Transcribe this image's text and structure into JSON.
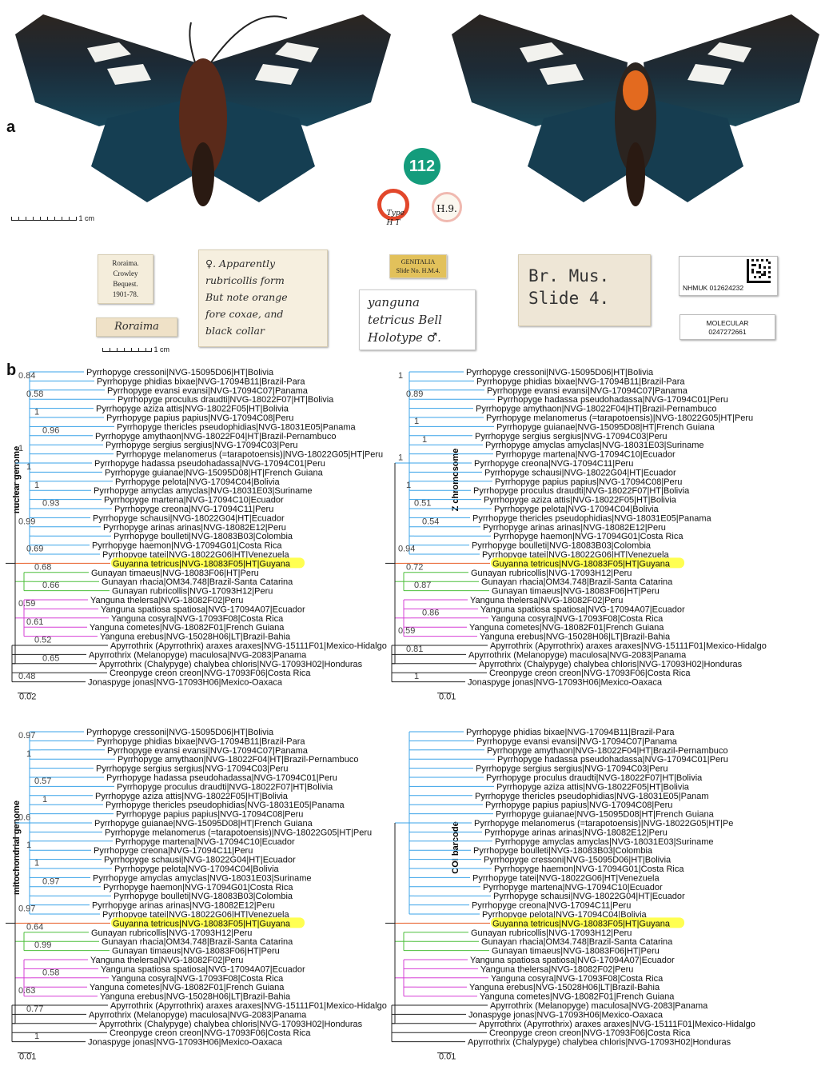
{
  "panel_a": {
    "letter": "a",
    "scale_wing": "1 cm",
    "scale_labels": "1 cm",
    "round_labels": {
      "number": "112",
      "type": "Type\nH T",
      "h": "H.9."
    },
    "label_roraima": [
      "Roraima.",
      "Crowley",
      "Bequest.",
      "1901-78."
    ],
    "label_roraima_hand": "Roraima",
    "label_note": [
      "♀. Apparently",
      "rubricollis form",
      "But note orange",
      "fore coxae, and",
      "black collar"
    ],
    "label_genitalia": [
      "GENITALIA",
      "Slide No. H.M.4."
    ],
    "label_holotype": [
      "yanguna",
      "tetricus Bell",
      "Holotype ♂."
    ],
    "label_brmus": [
      "Br. Mus.",
      "Slide 4."
    ],
    "label_nhmuk": "NHMUK 012624232",
    "label_molecular": [
      "MOLECULAR",
      "0247272661"
    ]
  },
  "panel_b": {
    "letter": "b",
    "colors": {
      "blue": "#3aa3e8",
      "orange": "#e8602c",
      "green": "#4cbf3a",
      "magenta": "#d63fd6",
      "black": "#222222",
      "highlight": "#ffff33"
    },
    "trees": [
      {
        "title": "nuclear genome",
        "scale": "0.02",
        "taxa": [
          {
            "name": "Pyrrhopyge cressoni|NVG-15095D06|HT|Bolivia",
            "c": "blue"
          },
          {
            "name": "Pyrrhopyge phidias bixae|NVG-17094B11|Brazil-Para",
            "c": "blue"
          },
          {
            "name": "Pyrrhopyge evansi evansi|NVG-17094C07|Panama",
            "c": "blue"
          },
          {
            "name": "Pyrrhopyge proculus draudti|NVG-18022F07|HT|Bolivia",
            "c": "blue"
          },
          {
            "name": "Pyrrhopyge aziza attis|NVG-18022F05|HT|Bolivia",
            "c": "blue"
          },
          {
            "name": "Pyrrhopyge papius papius|NVG-17094C08|Peru",
            "c": "blue"
          },
          {
            "name": "Pyrrhopyge thericles pseudophidias|NVG-18031E05|Panama",
            "c": "blue"
          },
          {
            "name": "Pyrrhopyge amythaon|NVG-18022F04|HT|Brazil-Pernambuco",
            "c": "blue"
          },
          {
            "name": "Pyrrhopyge sergius sergius|NVG-17094C03|Peru",
            "c": "blue"
          },
          {
            "name": "Pyrrhopyge melanomerus (=tarapotoensis)|NVG-18022G05|HT|Peru",
            "c": "blue"
          },
          {
            "name": "Pyrrhopyge hadassa pseudohadassa|NVG-17094C01|Peru",
            "c": "blue"
          },
          {
            "name": "Pyrrhopyge guianae|NVG-15095D08|HT|French Guiana",
            "c": "blue"
          },
          {
            "name": "Pyrrhopyge pelota|NVG-17094C04|Bolivia",
            "c": "blue"
          },
          {
            "name": "Pyrrhopyge amyclas amyclas|NVG-18031E03|Suriname",
            "c": "blue"
          },
          {
            "name": "Pyrrhopyge martena|NVG-17094C10|Ecuador",
            "c": "blue"
          },
          {
            "name": "Pyrrhopyge creona|NVG-17094C11|Peru",
            "c": "blue"
          },
          {
            "name": "Pyrrhopyge schausi|NVG-18022G04|HT|Ecuador",
            "c": "blue"
          },
          {
            "name": "Pyrrhopyge arinas arinas|NVG-18082E12|Peru",
            "c": "blue"
          },
          {
            "name": "Pyrrhopyge boulleti|NVG-18083B03|Colombia",
            "c": "blue"
          },
          {
            "name": "Pyrrhopyge haemon|NVG-17094G01|Costa Rica",
            "c": "blue"
          },
          {
            "name": "Pyrrhopyge tatei|NVG-18022G06|HT|Venezuela",
            "c": "blue"
          },
          {
            "name": "Guyanna tetricus|NVG-18083F05|HT|Guyana",
            "c": "orange",
            "hl": true
          },
          {
            "name": "Gunayan timaeus|NVG-18083F06|HT|Peru",
            "c": "green"
          },
          {
            "name": "Gunayan rhacia|OM34.748|Brazil-Santa Catarina",
            "c": "green"
          },
          {
            "name": "Gunayan rubricollis|NVG-17093H12|Peru",
            "c": "green"
          },
          {
            "name": "Yanguna thelersa|NVG-18082F02|Peru",
            "c": "magenta"
          },
          {
            "name": "Yanguna spatiosa spatiosa|NVG-17094A07|Ecuador",
            "c": "magenta"
          },
          {
            "name": "Yanguna cosyra|NVG-17093F08|Costa Rica",
            "c": "magenta"
          },
          {
            "name": "Yanguna cometes|NVG-18082F01|French Guiana",
            "c": "magenta"
          },
          {
            "name": "Yanguna erebus|NVG-15028H06|LT|Brazil-Bahia",
            "c": "magenta"
          },
          {
            "name": "Apyrrothrix (Apyrrothrix) araxes araxes|NVG-15111F01|Mexico-Hidalgo",
            "c": "black"
          },
          {
            "name": "Apyrrothrix (Melanopyge) maculosa|NVG-2083|Panama",
            "c": "black"
          },
          {
            "name": "Apyrrothrix (Chalypyge) chalybea chloris|NVG-17093H02|Honduras",
            "c": "black"
          },
          {
            "name": "Creonpyge creon creon|NVG-17093F06|Costa Rica",
            "c": "black"
          },
          {
            "name": "Jonaspyge jonas|NVG-17093H06|Mexico-Oaxaca",
            "c": "black"
          }
        ],
        "supports": [
          "0.84",
          "0.58",
          "1",
          "0.96",
          "1",
          "1",
          "1",
          "0.93",
          "0.99",
          "0.69",
          "0.68",
          "0.66",
          "0.59",
          "0.61",
          "0.52",
          "0.65",
          "0.48"
        ]
      },
      {
        "title": "Z chromosome",
        "scale": "0.01",
        "taxa": [
          {
            "name": "Pyrrhopyge cressoni|NVG-15095D06|HT|Bolivia",
            "c": "blue"
          },
          {
            "name": "Pyrrhopyge phidias bixae|NVG-17094B11|Brazil-Para",
            "c": "blue"
          },
          {
            "name": "Pyrrhopyge evansi evansi|NVG-17094C07|Panama",
            "c": "blue"
          },
          {
            "name": "Pyrrhopyge hadassa pseudohadassa|NVG-17094C01|Peru",
            "c": "blue"
          },
          {
            "name": "Pyrrhopyge amythaon|NVG-18022F04|HT|Brazil-Pernambuco",
            "c": "blue"
          },
          {
            "name": "Pyrrhopyge melanomerus (=tarapotoensis)|NVG-18022G05|HT|Peru",
            "c": "blue"
          },
          {
            "name": "Pyrrhopyge guianae|NVG-15095D08|HT|French Guiana",
            "c": "blue"
          },
          {
            "name": "Pyrrhopyge sergius sergius|NVG-17094C03|Peru",
            "c": "blue"
          },
          {
            "name": "Pyrrhopyge amyclas amyclas|NVG-18031E03|Suriname",
            "c": "blue"
          },
          {
            "name": "Pyrrhopyge martena|NVG-17094C10|Ecuador",
            "c": "blue"
          },
          {
            "name": "Pyrrhopyge creona|NVG-17094C11|Peru",
            "c": "blue"
          },
          {
            "name": "Pyrrhopyge schausi|NVG-18022G04|HT|Ecuador",
            "c": "blue"
          },
          {
            "name": "Pyrrhopyge papius papius|NVG-17094C08|Peru",
            "c": "blue"
          },
          {
            "name": "Pyrrhopyge proculus draudti|NVG-18022F07|HT|Bolivia",
            "c": "blue"
          },
          {
            "name": "Pyrrhopyge aziza attis|NVG-18022F05|HT|Bolivia",
            "c": "blue"
          },
          {
            "name": "Pyrrhopyge pelota|NVG-17094C04|Bolivia",
            "c": "blue"
          },
          {
            "name": "Pyrrhopyge thericles pseudophidias|NVG-18031E05|Panama",
            "c": "blue"
          },
          {
            "name": "Pyrrhopyge arinas arinas|NVG-18082E12|Peru",
            "c": "blue"
          },
          {
            "name": "Pyrrhopyge haemon|NVG-17094G01|Costa Rica",
            "c": "blue"
          },
          {
            "name": "Pyrrhopyge boulleti|NVG-18083B03|Colombia",
            "c": "blue"
          },
          {
            "name": "Pyrrhopyge tatei|NVG-18022G06|HT|Venezuela",
            "c": "blue"
          },
          {
            "name": "Guyanna tetricus|NVG-18083F05|HT|Guyana",
            "c": "orange",
            "hl": true
          },
          {
            "name": "Gunayan rubricollis|NVG-17093H12|Peru",
            "c": "green"
          },
          {
            "name": "Gunayan rhacia|OM34.748|Brazil-Santa Catarina",
            "c": "green"
          },
          {
            "name": "Gunayan timaeus|NVG-18083F06|HT|Peru",
            "c": "green"
          },
          {
            "name": "Yanguna thelersa|NVG-18082F02|Peru",
            "c": "magenta"
          },
          {
            "name": "Yanguna spatiosa spatiosa|NVG-17094A07|Ecuador",
            "c": "magenta"
          },
          {
            "name": "Yanguna cosyra|NVG-17093F08|Costa Rica",
            "c": "magenta"
          },
          {
            "name": "Yanguna cometes|NVG-18082F01|French Guiana",
            "c": "magenta"
          },
          {
            "name": "Yanguna erebus|NVG-15028H06|LT|Brazil-Bahia",
            "c": "magenta"
          },
          {
            "name": "Apyrrothrix (Apyrrothrix) araxes araxes|NVG-15111F01|Mexico-Hidalgo",
            "c": "black"
          },
          {
            "name": "Apyrrothrix (Melanopyge) maculosa|NVG-2083|Panama",
            "c": "black"
          },
          {
            "name": "Apyrrothrix (Chalypyge) chalybea chloris|NVG-17093H02|Honduras",
            "c": "black"
          },
          {
            "name": "Creonpyge creon creon|NVG-17093F06|Costa Rica",
            "c": "black"
          },
          {
            "name": "Jonaspyge jonas|NVG-17093H06|Mexico-Oaxaca",
            "c": "black"
          }
        ],
        "supports": [
          "1",
          "0.89",
          "1",
          "1",
          "1",
          "1",
          "0.51",
          "0.54",
          "0.94",
          "0.72",
          "0.87",
          "0.86",
          "0.59",
          "0.81",
          "1"
        ]
      },
      {
        "title": "mitochondrial genome",
        "scale": "0.01",
        "taxa": [
          {
            "name": "Pyrrhopyge cressoni|NVG-15095D06|HT|Bolivia",
            "c": "blue"
          },
          {
            "name": "Pyrrhopyge phidias bixae|NVG-17094B11|Brazil-Para",
            "c": "blue"
          },
          {
            "name": "Pyrrhopyge evansi evansi|NVG-17094C07|Panama",
            "c": "blue"
          },
          {
            "name": "Pyrrhopyge amythaon|NVG-18022F04|HT|Brazil-Pernambuco",
            "c": "blue"
          },
          {
            "name": "Pyrrhopyge sergius sergius|NVG-17094C03|Peru",
            "c": "blue"
          },
          {
            "name": "Pyrrhopyge hadassa pseudohadassa|NVG-17094C01|Peru",
            "c": "blue"
          },
          {
            "name": "Pyrrhopyge proculus draudti|NVG-18022F07|HT|Bolivia",
            "c": "blue"
          },
          {
            "name": "Pyrrhopyge aziza attis|NVG-18022F05|HT|Bolivia",
            "c": "blue"
          },
          {
            "name": "Pyrrhopyge thericles pseudophidias|NVG-18031E05|Panama",
            "c": "blue"
          },
          {
            "name": "Pyrrhopyge papius papius|NVG-17094C08|Peru",
            "c": "blue"
          },
          {
            "name": "Pyrrhopyge guianae|NVG-15095D08|HT|French Guiana",
            "c": "blue"
          },
          {
            "name": "Pyrrhopyge melanomerus (=tarapotoensis)|NVG-18022G05|HT|Peru",
            "c": "blue"
          },
          {
            "name": "Pyrrhopyge martena|NVG-17094C10|Ecuador",
            "c": "blue"
          },
          {
            "name": "Pyrrhopyge creona|NVG-17094C11|Peru",
            "c": "blue"
          },
          {
            "name": "Pyrrhopyge schausi|NVG-18022G04|HT|Ecuador",
            "c": "blue"
          },
          {
            "name": "Pyrrhopyge pelota|NVG-17094C04|Bolivia",
            "c": "blue"
          },
          {
            "name": "Pyrrhopyge amyclas amyclas|NVG-18031E03|Suriname",
            "c": "blue"
          },
          {
            "name": "Pyrrhopyge haemon|NVG-17094G01|Costa Rica",
            "c": "blue"
          },
          {
            "name": "Pyrrhopyge boulleti|NVG-18083B03|Colombia",
            "c": "blue"
          },
          {
            "name": "Pyrrhopyge arinas arinas|NVG-18082E12|Peru",
            "c": "blue"
          },
          {
            "name": "Pyrrhopyge tatei|NVG-18022G06|HT|Venezuela",
            "c": "blue"
          },
          {
            "name": "Guyanna tetricus|NVG-18083F05|HT|Guyana",
            "c": "orange",
            "hl": true
          },
          {
            "name": "Gunayan rubricollis|NVG-17093H12|Peru",
            "c": "green"
          },
          {
            "name": "Gunayan rhacia|OM34.748|Brazil-Santa Catarina",
            "c": "green"
          },
          {
            "name": "Gunayan timaeus|NVG-18083F06|HT|Peru",
            "c": "green"
          },
          {
            "name": "Yanguna thelersa|NVG-18082F02|Peru",
            "c": "magenta"
          },
          {
            "name": "Yanguna spatiosa spatiosa|NVG-17094A07|Ecuador",
            "c": "magenta"
          },
          {
            "name": "Yanguna cosyra|NVG-17093F08|Costa Rica",
            "c": "magenta"
          },
          {
            "name": "Yanguna cometes|NVG-18082F01|French Guiana",
            "c": "magenta"
          },
          {
            "name": "Yanguna erebus|NVG-15028H06|LT|Brazil-Bahia",
            "c": "magenta"
          },
          {
            "name": "Apyrrothrix (Apyrrothrix) araxes araxes|NVG-15111F01|Mexico-Hidalgo",
            "c": "black"
          },
          {
            "name": "Apyrrothrix (Melanopyge) maculosa|NVG-2083|Panama",
            "c": "black"
          },
          {
            "name": "Apyrrothrix (Chalypyge) chalybea chloris|NVG-17093H02|Honduras",
            "c": "black"
          },
          {
            "name": "Creonpyge creon creon|NVG-17093F06|Costa Rica",
            "c": "black"
          },
          {
            "name": "Jonaspyge jonas|NVG-17093H06|Mexico-Oaxaca",
            "c": "black"
          }
        ],
        "supports": [
          "0.97",
          "1",
          "0.57",
          "1",
          "0.6",
          "1",
          "1",
          "0.97",
          "0.97",
          "0.64",
          "0.99",
          "0.58",
          "0.63",
          "0.77",
          "1"
        ]
      },
      {
        "title": "COI barcode",
        "scale": "0.01",
        "taxa": [
          {
            "name": "Pyrrhopyge phidias bixae|NVG-17094B11|Brazil-Para",
            "c": "blue"
          },
          {
            "name": "Pyrrhopyge evansi evansi|NVG-17094C07|Panama",
            "c": "blue"
          },
          {
            "name": "Pyrrhopyge amythaon|NVG-18022F04|HT|Brazil-Pernambuco",
            "c": "blue"
          },
          {
            "name": "Pyrrhopyge hadassa pseudohadassa|NVG-17094C01|Peru",
            "c": "blue"
          },
          {
            "name": "Pyrrhopyge sergius sergius|NVG-17094C03|Peru",
            "c": "blue"
          },
          {
            "name": "Pyrrhopyge proculus draudti|NVG-18022F07|HT|Bolivia",
            "c": "blue"
          },
          {
            "name": "Pyrrhopyge aziza attis|NVG-18022F05|HT|Bolivia",
            "c": "blue"
          },
          {
            "name": "Pyrrhopyge thericles pseudophidias|NVG-18031E05|Panam",
            "c": "blue"
          },
          {
            "name": "Pyrrhopyge papius papius|NVG-17094C08|Peru",
            "c": "blue"
          },
          {
            "name": "Pyrrhopyge guianae|NVG-15095D08|HT|French Guiana",
            "c": "blue"
          },
          {
            "name": "Pyrrhopyge melanomerus (=tarapotoensis)|NVG-18022G05|HT|Pe",
            "c": "blue"
          },
          {
            "name": "Pyrrhopyge arinas arinas|NVG-18082E12|Peru",
            "c": "blue"
          },
          {
            "name": "Pyrrhopyge amyclas amyclas|NVG-18031E03|Suriname",
            "c": "blue"
          },
          {
            "name": "Pyrrhopyge boulleti|NVG-18083B03|Colombia",
            "c": "blue"
          },
          {
            "name": "Pyrrhopyge cressoni|NVG-15095D06|HT|Bolivia",
            "c": "blue"
          },
          {
            "name": "Pyrrhopyge haemon|NVG-17094G01|Costa Rica",
            "c": "blue"
          },
          {
            "name": "Pyrrhopyge tatei|NVG-18022G06|HT|Venezuela",
            "c": "blue"
          },
          {
            "name": "Pyrrhopyge martena|NVG-17094C10|Ecuador",
            "c": "blue"
          },
          {
            "name": "Pyrrhopyge schausi|NVG-18022G04|HT|Ecuador",
            "c": "blue"
          },
          {
            "name": "Pyrrhopyge creona|NVG-17094C11|Peru",
            "c": "blue"
          },
          {
            "name": "Pyrrhopyge pelota|NVG-17094C04|Bolivia",
            "c": "blue"
          },
          {
            "name": "Guyanna tetricus|NVG-18083F05|HT|Guyana",
            "c": "orange",
            "hl": true
          },
          {
            "name": "Gunayan rubricollis|NVG-17093H12|Peru",
            "c": "green"
          },
          {
            "name": "Gunayan rhacia|OM34.748|Brazil-Santa Catarina",
            "c": "green"
          },
          {
            "name": "Gunayan timaeus|NVG-18083F06|HT|Peru",
            "c": "green"
          },
          {
            "name": "Yanguna spatiosa spatiosa|NVG-17094A07|Ecuador",
            "c": "magenta"
          },
          {
            "name": "Yanguna thelersa|NVG-18082F02|Peru",
            "c": "magenta"
          },
          {
            "name": "Yanguna cosyra|NVG-17093F08|Costa Rica",
            "c": "magenta"
          },
          {
            "name": "Yanguna erebus|NVG-15028H06|LT|Brazil-Bahia",
            "c": "magenta"
          },
          {
            "name": "Yanguna cometes|NVG-18082F01|French Guiana",
            "c": "magenta"
          },
          {
            "name": "Apyrrothrix (Melanopyge) maculosa|NVG-2083|Panama",
            "c": "black"
          },
          {
            "name": "Jonaspyge jonas|NVG-17093H06|Mexico-Oaxaca",
            "c": "black"
          },
          {
            "name": "Apyrrothrix (Apyrrothrix) araxes araxes|NVG-15111F01|Mexico-Hidalgo",
            "c": "black"
          },
          {
            "name": "Creonpyge creon creon|NVG-17093F06|Costa Rica",
            "c": "black"
          },
          {
            "name": "Apyrrothrix (Chalypyge) chalybea chloris|NVG-17093H02|Honduras",
            "c": "black"
          }
        ],
        "supports": []
      }
    ]
  }
}
